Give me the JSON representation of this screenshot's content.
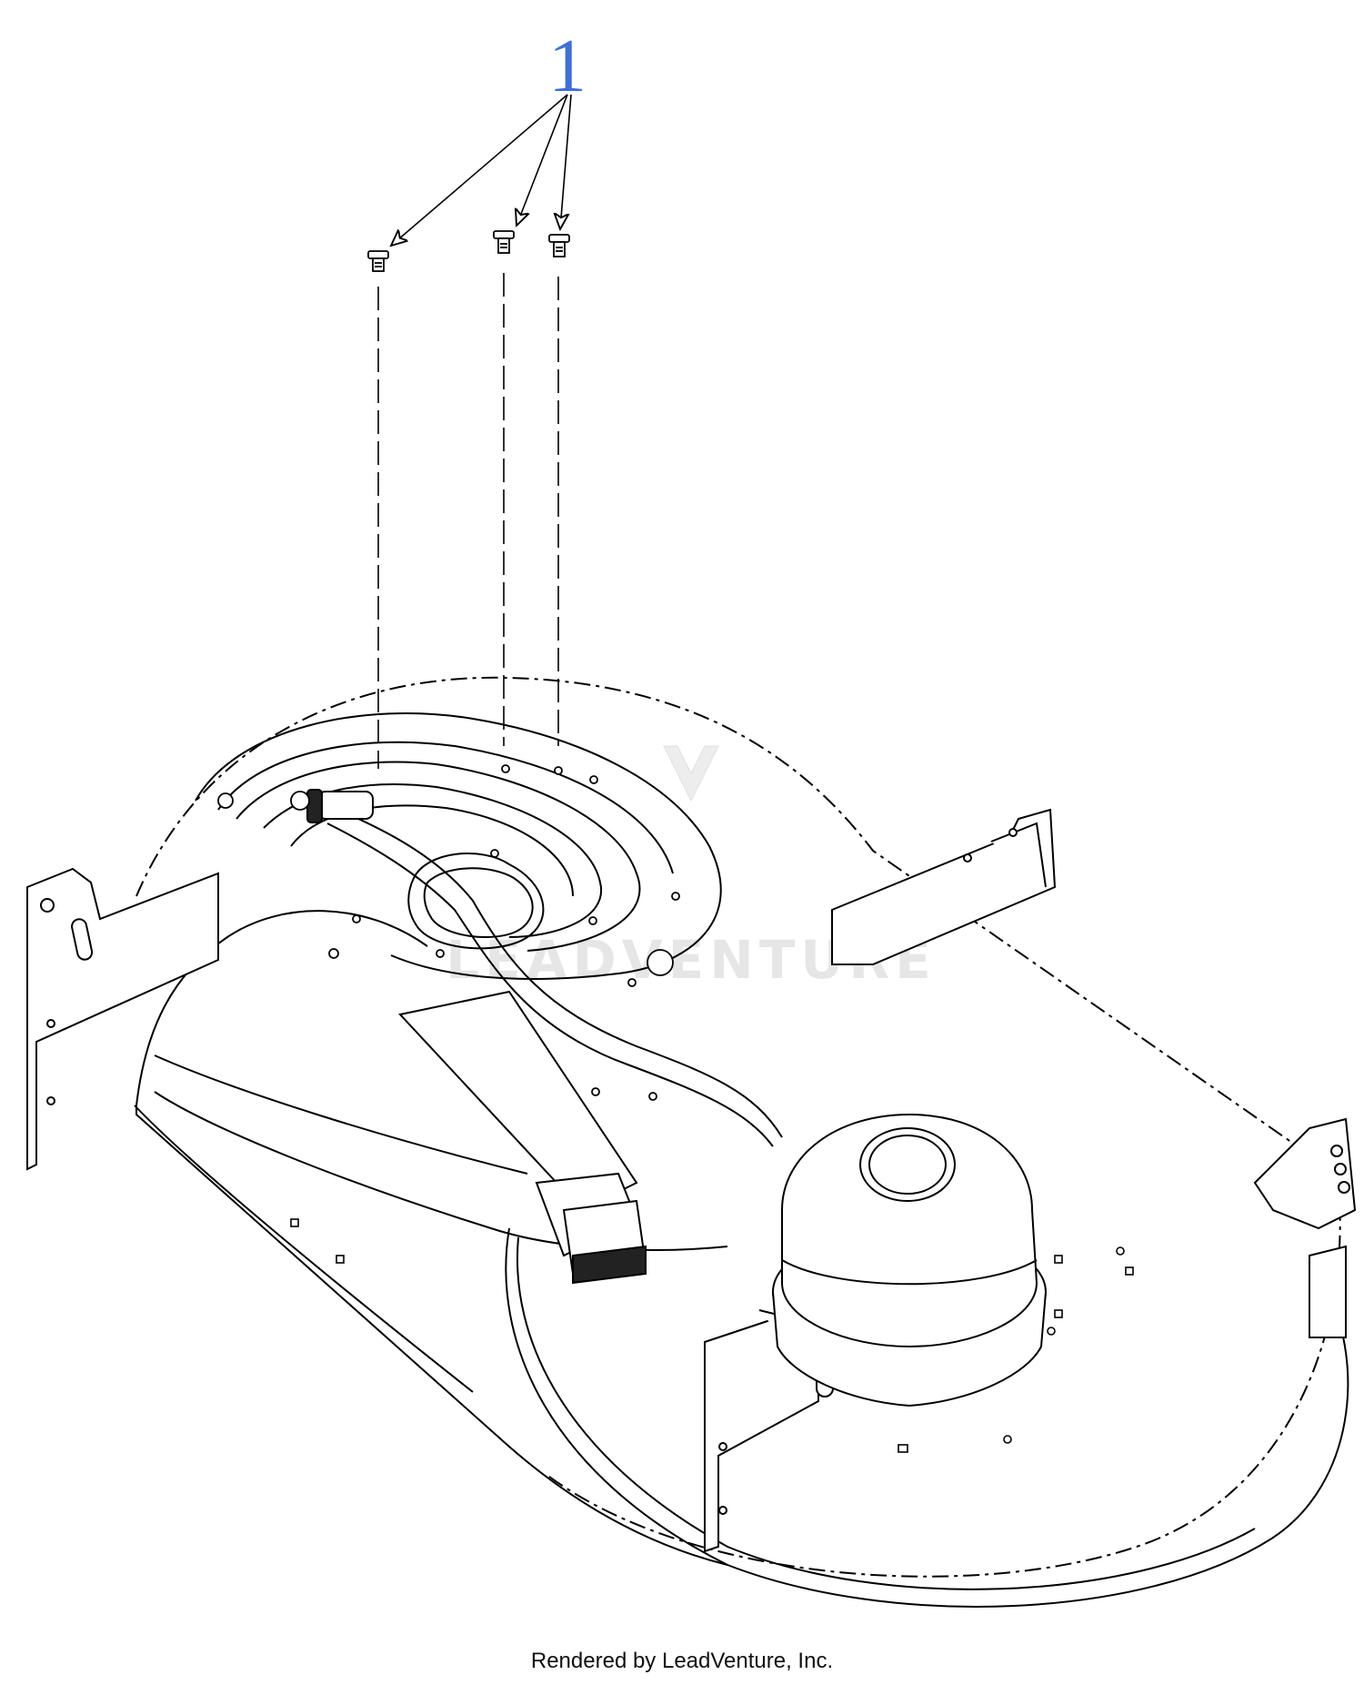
{
  "callout": {
    "number": "1",
    "color": "#3f6fd8"
  },
  "watermark": {
    "text": "LEADVENTURE"
  },
  "footer": {
    "text": "Rendered by LeadVenture, Inc."
  }
}
